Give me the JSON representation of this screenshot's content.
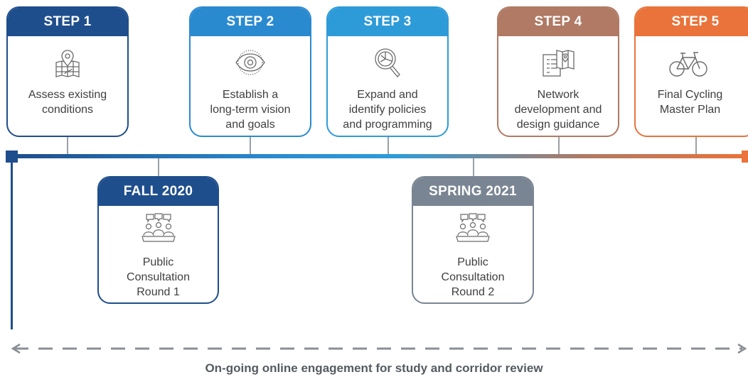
{
  "steps": [
    {
      "label": "STEP 1",
      "text": "Assess existing\nconditions",
      "icon": "map-pin-icon",
      "color": "#1f4e8c"
    },
    {
      "label": "STEP 2",
      "text": "Establish a\nlong-term vision\nand goals",
      "icon": "eye-icon",
      "color": "#2a8ad0"
    },
    {
      "label": "STEP 3",
      "text": "Expand and\nidentify policies\nand programming",
      "icon": "magnify-chart-icon",
      "color": "#2e9bd9"
    },
    {
      "label": "STEP 4",
      "text": "Network\ndevelopment and\ndesign guidance",
      "icon": "document-map-icon",
      "color": "#b07a64"
    },
    {
      "label": "STEP 5",
      "text": "Final Cycling\nMaster Plan",
      "icon": "bicycle-icon",
      "color": "#e9733a"
    }
  ],
  "consultations": [
    {
      "label": "FALL 2020",
      "text": "Public\nConsultation\nRound 1",
      "icon": "meeting-icon",
      "color": "#1f4e8c"
    },
    {
      "label": "SPRING 2021",
      "text": "Public\nConsultation\nRound 2",
      "icon": "meeting-icon",
      "color": "#7a8593"
    }
  ],
  "engagement": "On-going online engagement for study and corridor review"
}
